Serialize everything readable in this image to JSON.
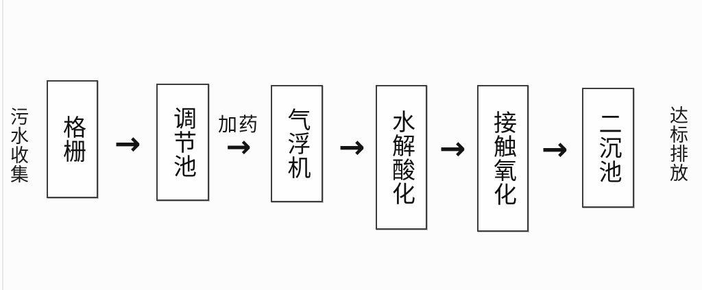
{
  "diagram": {
    "title_hint": "wastewater treatment process flow",
    "source_label": "污水收集",
    "sink_label": "达标排放",
    "dosing_label": "加药",
    "arrow_glyph": "→",
    "steps": [
      {
        "label": "格栅"
      },
      {
        "label": "调节池"
      },
      {
        "label": "气浮机"
      },
      {
        "label": "水解酸化"
      },
      {
        "label": "接触氧化"
      },
      {
        "label": "二沉池"
      }
    ],
    "flow": [
      "污水收集",
      "格栅",
      "调节池",
      "加药",
      "气浮机",
      "水解酸化",
      "接触氧化",
      "二沉池",
      "达标排放"
    ],
    "colors": {
      "background": "#fcfcfc",
      "box_border": "#3d3d3d",
      "text": "#141414"
    }
  }
}
